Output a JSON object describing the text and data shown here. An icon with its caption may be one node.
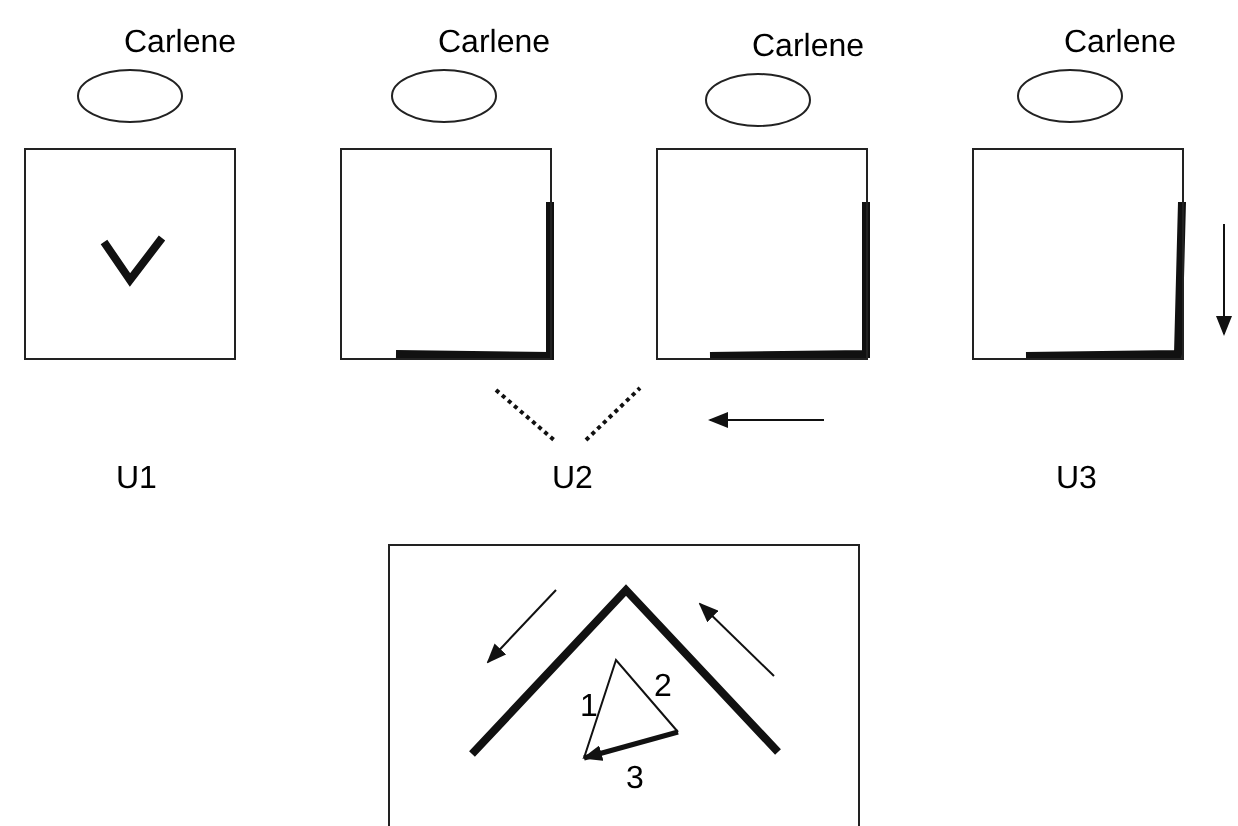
{
  "diagram": {
    "nodes": [
      {
        "text": [
          "Carlene"
        ]
      },
      {
        "text": [
          "Carlene"
        ]
      },
      {
        "text": [
          "Carlene"
        ]
      },
      {
        "text": [
          "Carlene"
        ]
      },
      {
        "text": [],
        "shape": "box"
      },
      {
        "text": [],
        "shape": "box"
      },
      {
        "text": [],
        "shape": "box"
      },
      {
        "text": [],
        "shape": "box"
      },
      {
        "text": [],
        "shape": "box"
      }
    ],
    "edges": [],
    "labels": [
      "U1",
      "U2",
      "U3",
      "1",
      "2",
      "3"
    ]
  }
}
